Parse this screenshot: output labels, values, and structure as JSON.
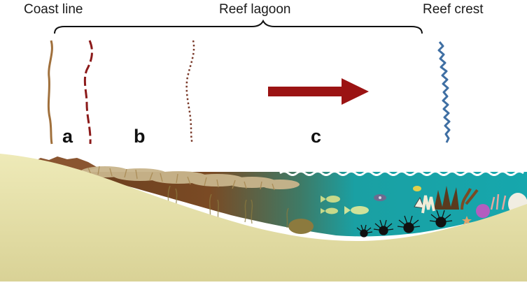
{
  "labels": {
    "coast_line": "Coast line",
    "reef_lagoon": "Reef lagoon",
    "reef_crest": "Reef crest"
  },
  "zones": {
    "a": "a",
    "b": "b",
    "c": "c"
  },
  "colors": {
    "coast_line": "#a0703c",
    "zone_a_boundary": "#8b1a1a",
    "zone_b_boundary": "#7a3a2a",
    "reef_crest_line": "#3f6fa3",
    "arrow": "#9b1313",
    "sand": "#e6e0a3",
    "water": "#1aa6a6",
    "mud": "#7a4a24",
    "seagrass": "#c7b48a"
  }
}
